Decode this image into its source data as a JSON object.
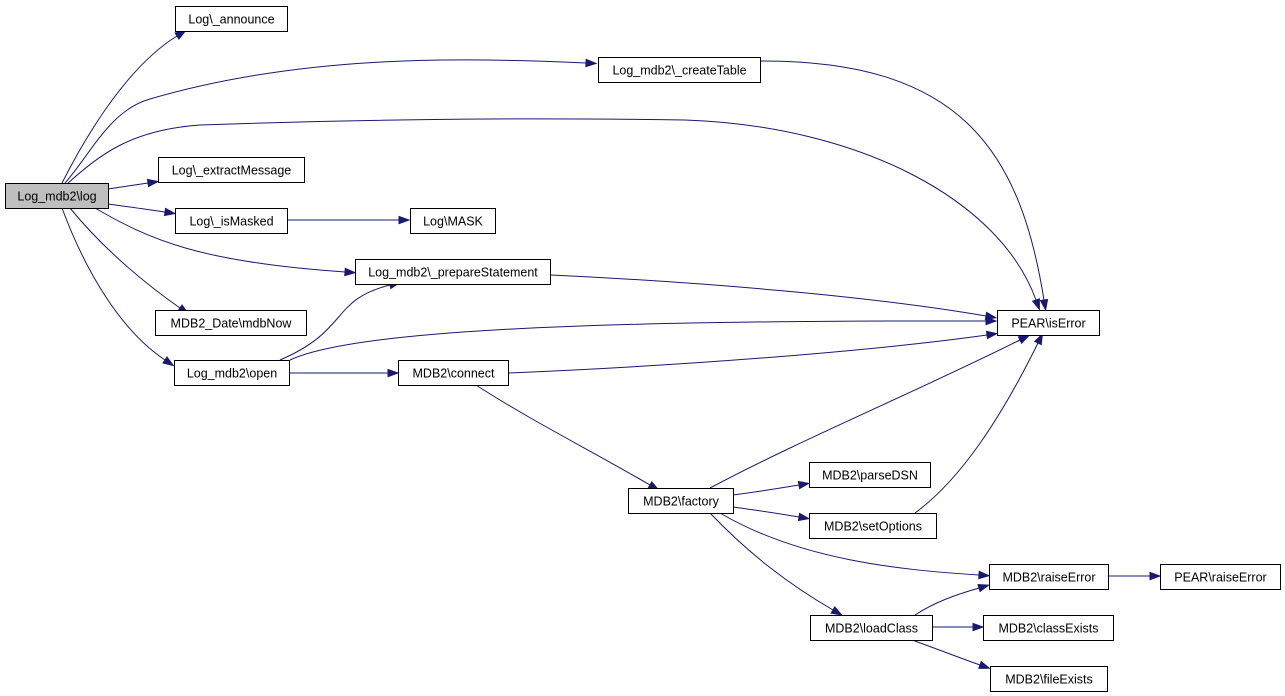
{
  "graph": {
    "root": "log",
    "nodes": [
      {
        "id": "log",
        "label": "Log_mdb2\\log",
        "root": true
      },
      {
        "id": "announce",
        "label": "Log\\_announce"
      },
      {
        "id": "createTable",
        "label": "Log_mdb2\\_createTable"
      },
      {
        "id": "extractMessage",
        "label": "Log\\_extractMessage"
      },
      {
        "id": "isMasked",
        "label": "Log\\_isMasked"
      },
      {
        "id": "mask",
        "label": "Log\\MASK"
      },
      {
        "id": "prepareStatement",
        "label": "Log_mdb2\\_prepareStatement"
      },
      {
        "id": "mdbNow",
        "label": "MDB2_Date\\mdbNow"
      },
      {
        "id": "open",
        "label": "Log_mdb2\\open"
      },
      {
        "id": "connect",
        "label": "MDB2\\connect"
      },
      {
        "id": "isError",
        "label": "PEAR\\isError"
      },
      {
        "id": "factory",
        "label": "MDB2\\factory"
      },
      {
        "id": "parseDSN",
        "label": "MDB2\\parseDSN"
      },
      {
        "id": "setOptions",
        "label": "MDB2\\setOptions"
      },
      {
        "id": "raiseError",
        "label": "MDB2\\raiseError"
      },
      {
        "id": "pearRaiseError",
        "label": "PEAR\\raiseError"
      },
      {
        "id": "loadClass",
        "label": "MDB2\\loadClass"
      },
      {
        "id": "classExists",
        "label": "MDB2\\classExists"
      },
      {
        "id": "fileExists",
        "label": "MDB2\\fileExists"
      }
    ],
    "edges": [
      {
        "from": "log",
        "to": "announce"
      },
      {
        "from": "log",
        "to": "createTable"
      },
      {
        "from": "log",
        "to": "isError"
      },
      {
        "from": "log",
        "to": "extractMessage"
      },
      {
        "from": "log",
        "to": "isMasked"
      },
      {
        "from": "log",
        "to": "prepareStatement"
      },
      {
        "from": "log",
        "to": "mdbNow"
      },
      {
        "from": "log",
        "to": "open"
      },
      {
        "from": "createTable",
        "to": "isError"
      },
      {
        "from": "isMasked",
        "to": "mask"
      },
      {
        "from": "prepareStatement",
        "to": "isError"
      },
      {
        "from": "open",
        "to": "prepareStatement"
      },
      {
        "from": "open",
        "to": "isError"
      },
      {
        "from": "open",
        "to": "connect"
      },
      {
        "from": "connect",
        "to": "isError"
      },
      {
        "from": "connect",
        "to": "factory"
      },
      {
        "from": "factory",
        "to": "isError"
      },
      {
        "from": "factory",
        "to": "parseDSN"
      },
      {
        "from": "factory",
        "to": "setOptions"
      },
      {
        "from": "factory",
        "to": "raiseError"
      },
      {
        "from": "factory",
        "to": "loadClass"
      },
      {
        "from": "setOptions",
        "to": "isError"
      },
      {
        "from": "raiseError",
        "to": "pearRaiseError"
      },
      {
        "from": "loadClass",
        "to": "raiseError"
      },
      {
        "from": "loadClass",
        "to": "classExists"
      },
      {
        "from": "loadClass",
        "to": "fileExists"
      }
    ]
  }
}
